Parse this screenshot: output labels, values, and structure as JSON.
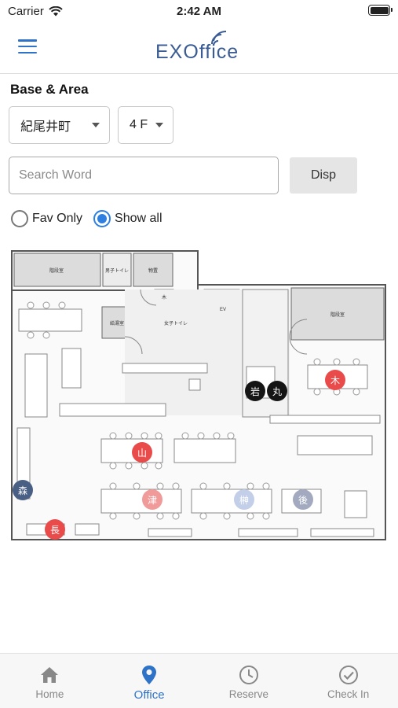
{
  "status": {
    "carrier": "Carrier",
    "time": "2:42 AM"
  },
  "header": {
    "logo": "EXOffice"
  },
  "filters": {
    "title": "Base & Area",
    "base": "紀尾井町",
    "floor": "4 F",
    "search_placeholder": "Search Word",
    "disp_label": "Disp",
    "radios": [
      {
        "label": "Fav Only",
        "checked": false
      },
      {
        "label": "Show all",
        "checked": true
      }
    ]
  },
  "map": {
    "rooms": {
      "room1": "階段室",
      "room2": "男子トイレ",
      "room3": "物置",
      "room4": "給湯室",
      "room5": "木",
      "room6": "女子トイレ",
      "room7": "EV",
      "room8": "階段室"
    },
    "pins": [
      {
        "label": "木",
        "color": "#e94b4b"
      },
      {
        "label": "岩",
        "color": "#151515"
      },
      {
        "label": "丸",
        "color": "#151515"
      },
      {
        "label": "山",
        "color": "#e94b4b"
      },
      {
        "label": "森",
        "color": "#4a5f84"
      },
      {
        "label": "津",
        "color": "#f19a9a"
      },
      {
        "label": "榊",
        "color": "#c3cfe8"
      },
      {
        "label": "後",
        "color": "#a3aac0"
      },
      {
        "label": "長",
        "color": "#e94b4b"
      }
    ]
  },
  "tabs": [
    {
      "label": "Home",
      "icon": "home-icon"
    },
    {
      "label": "Office",
      "icon": "location-pin-icon"
    },
    {
      "label": "Reserve",
      "icon": "clock-icon"
    },
    {
      "label": "Check In",
      "icon": "check-circle-icon"
    }
  ],
  "colors": {
    "accent": "#2f73c8",
    "logo": "#3a5c93",
    "pin_red": "#e94b4b",
    "pin_black": "#151515"
  }
}
